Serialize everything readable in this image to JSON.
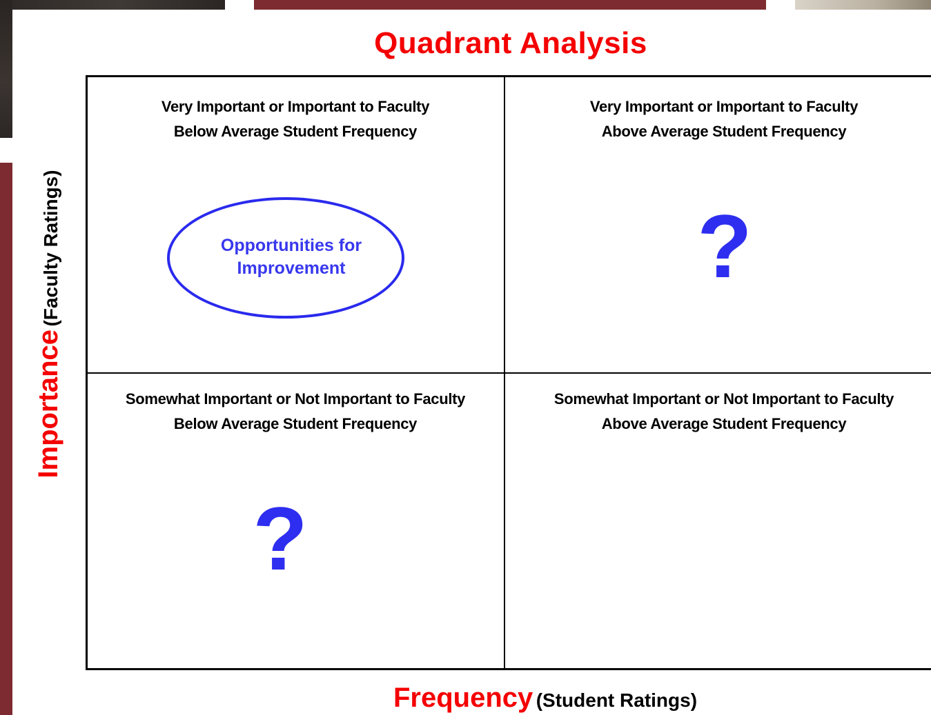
{
  "title": "Quadrant Analysis",
  "y_axis": {
    "main": "Importance",
    "sub": "(Faculty Ratings)"
  },
  "x_axis": {
    "main": "Frequency",
    "sub": "(Student Ratings)"
  },
  "quadrants": {
    "top_left": {
      "line1": "Very Important or Important to Faculty",
      "line2": "Below Average Student Frequency",
      "highlight": {
        "line1": "Opportunities for",
        "line2": "Improvement"
      }
    },
    "top_right": {
      "line1": "Very Important or Important to Faculty",
      "line2": "Above Average Student Frequency",
      "mark": "?"
    },
    "bottom_left": {
      "line1": "Somewhat Important or Not Important to Faculty",
      "line2": "Below Average Student Frequency",
      "mark": "?"
    },
    "bottom_right": {
      "line1": "Somewhat Important or Not Important to Faculty",
      "line2": "Above Average Student Frequency"
    }
  },
  "colors": {
    "accent_red": "#f40000",
    "accent_blue": "#2e2ef0",
    "slide_maroon": "#7d2b30"
  }
}
